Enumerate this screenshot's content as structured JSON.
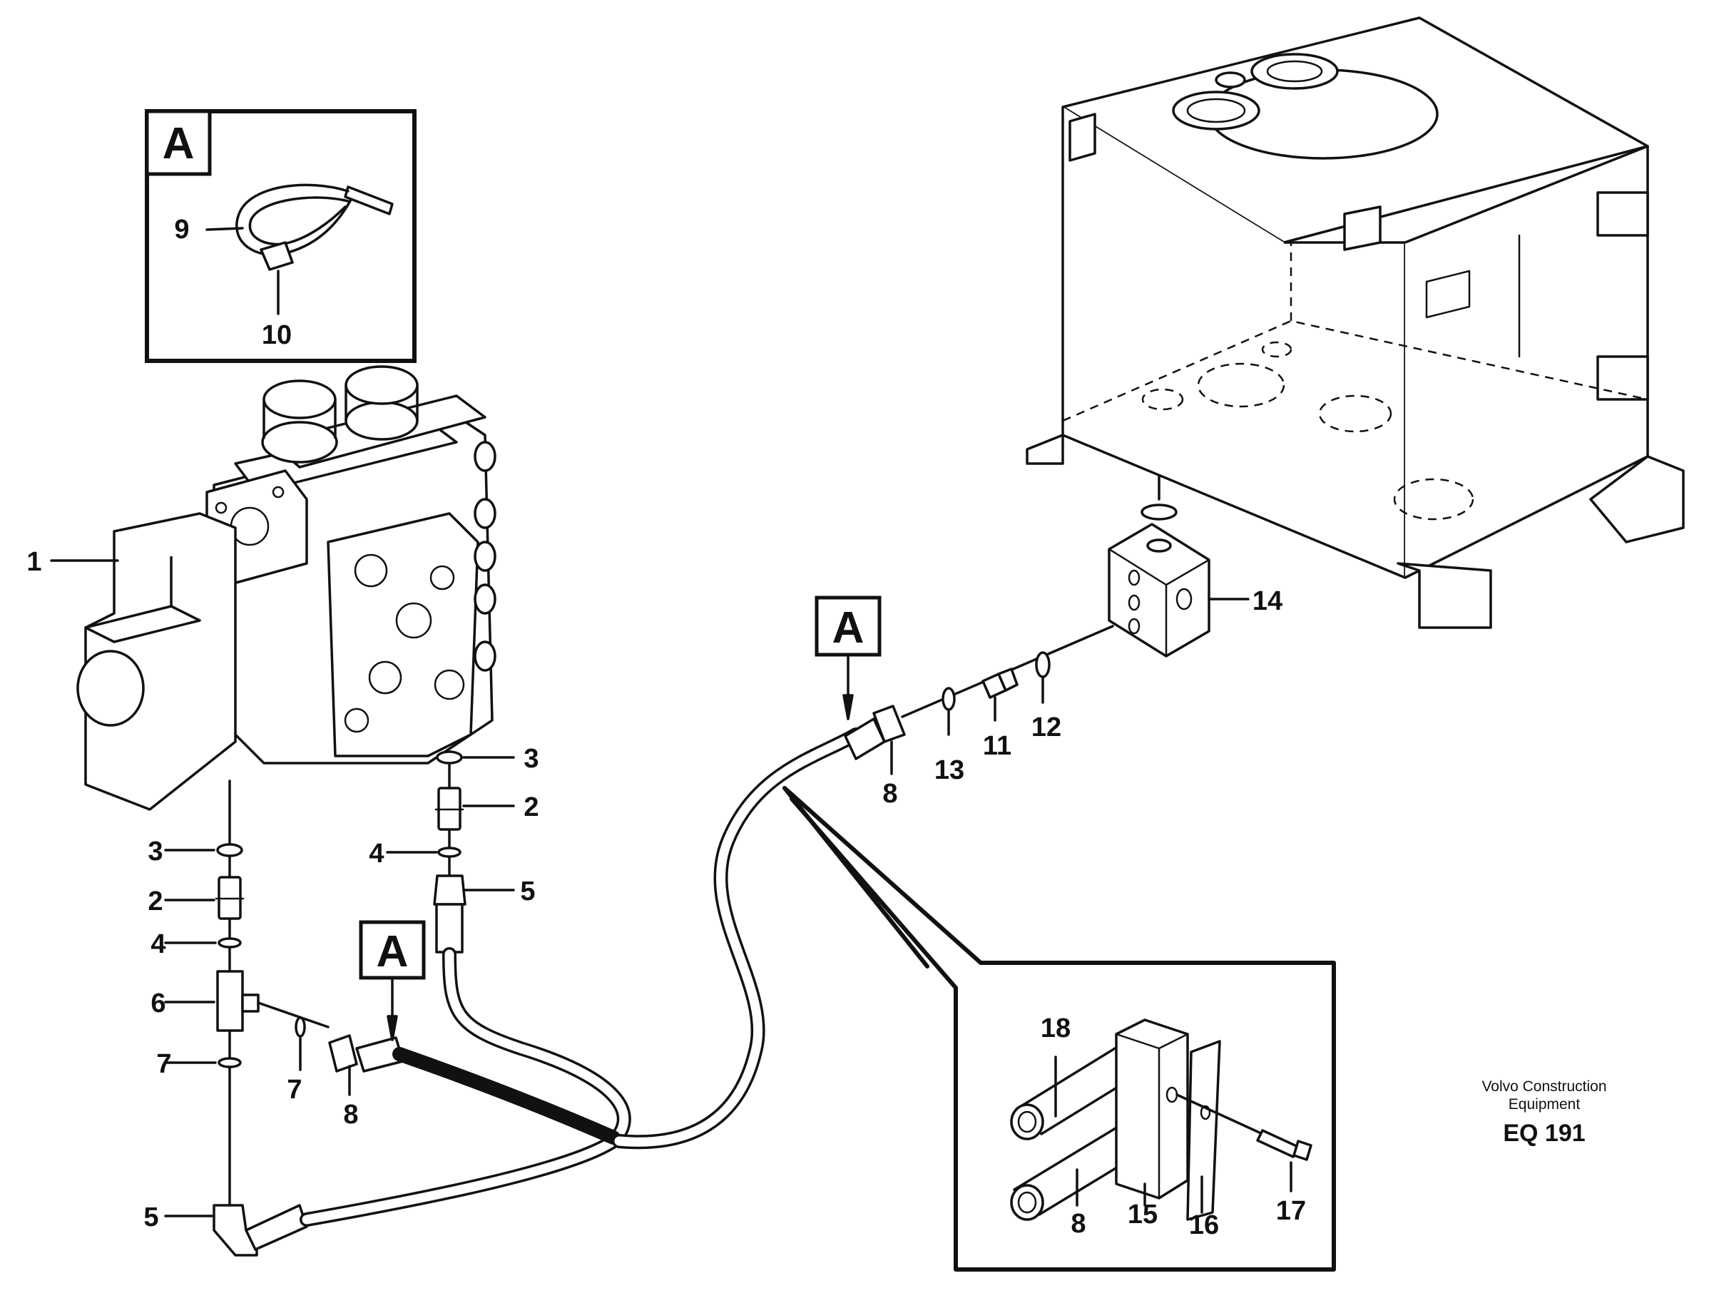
{
  "detail_label": "A",
  "callouts": {
    "c1": "1",
    "c2a": "2",
    "c2b": "2",
    "c3a": "3",
    "c3b": "3",
    "c4a": "4",
    "c4b": "4",
    "c5a": "5",
    "c5b": "5",
    "c6": "6",
    "c7a": "7",
    "c7b": "7",
    "c8a": "8",
    "c8b": "8",
    "c8c": "8",
    "c9": "9",
    "c10": "10",
    "c11": "11",
    "c12": "12",
    "c13": "13",
    "c14": "14",
    "c15": "15",
    "c16": "16",
    "c17": "17",
    "c18": "18"
  },
  "watermark": {
    "line1": "Volvo Construction",
    "line2": "Equipment",
    "code": "EQ 191"
  }
}
